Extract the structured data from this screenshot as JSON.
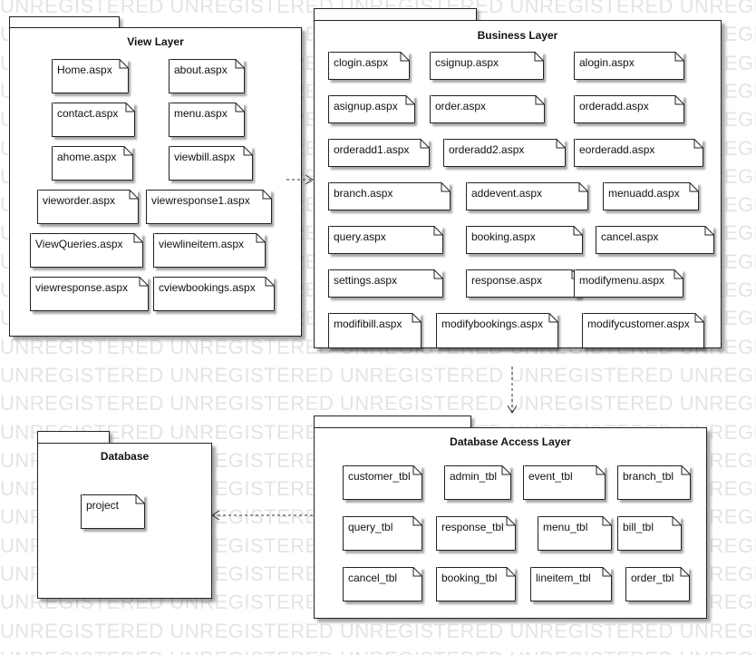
{
  "watermark": "UNREGISTERED UNREGISTERED UNREGISTERED UNREGISTERED UNREGISTERED",
  "packages": [
    {
      "id": "view",
      "title": "View Layer",
      "notes": [
        "Home.aspx",
        "about.aspx",
        "contact.aspx",
        "menu.aspx",
        "ahome.aspx",
        "viewbill.aspx",
        "vieworder.aspx",
        "viewresponse1.aspx",
        "ViewQueries.aspx",
        "viewlineitem.aspx",
        "viewresponse.aspx",
        "cviewbookings.aspx"
      ]
    },
    {
      "id": "business",
      "title": "Business Layer",
      "notes": [
        "clogin.aspx",
        "csignup.aspx",
        "alogin.aspx",
        "asignup.aspx",
        "order.aspx",
        "orderadd.aspx",
        "orderadd1.aspx",
        "orderadd2.aspx",
        "eorderadd.aspx",
        "branch.aspx",
        "addevent.aspx",
        "menuadd.aspx",
        "query.aspx",
        "booking.aspx",
        "cancel.aspx",
        "settings.aspx",
        "response.aspx",
        "modifymenu.aspx",
        "modifibill.aspx",
        "modifybookings.aspx",
        "modifycustomer.aspx"
      ]
    },
    {
      "id": "database",
      "title": "Database",
      "notes": [
        "project"
      ]
    },
    {
      "id": "dal",
      "title": "Database Access Layer",
      "notes": [
        "customer_tbl",
        "admin_tbl",
        "event_tbl",
        "branch_tbl",
        "query_tbl",
        "response_tbl",
        "menu_tbl",
        "bill_tbl",
        "cancel_tbl",
        "booking_tbl",
        "lineitem_tbl",
        "order_tbl"
      ]
    }
  ],
  "colors": {
    "border": "#222222",
    "watermark": "#e4e4e4",
    "background": "#ffffff"
  }
}
